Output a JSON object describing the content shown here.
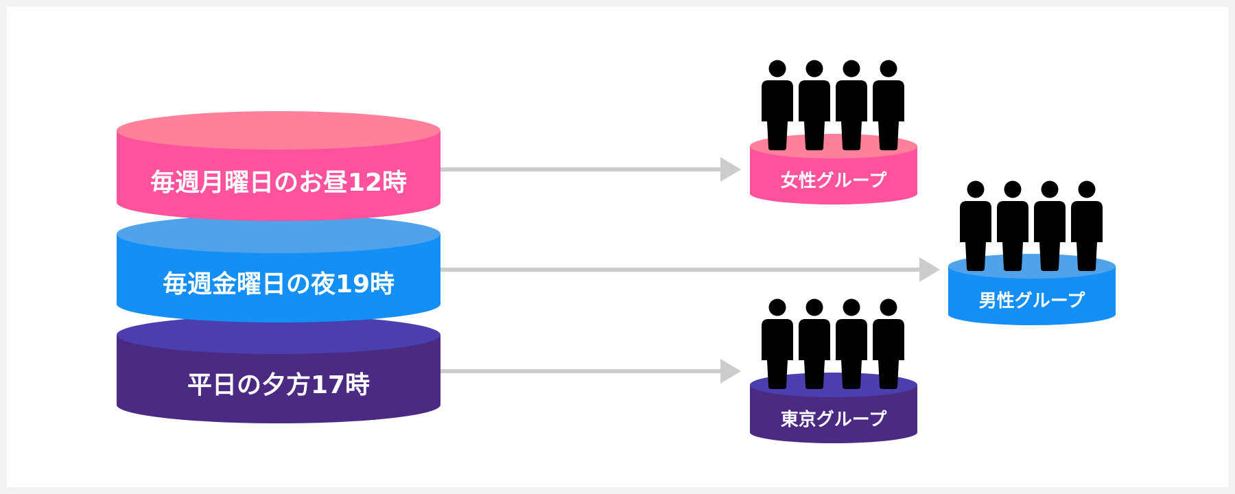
{
  "diagram": {
    "title": "",
    "schedules": [
      {
        "id": "monday-noon",
        "label": "毎週月曜日のお昼12時",
        "side_color": "#fe539c",
        "top_color": "#fe809b",
        "target": "women"
      },
      {
        "id": "friday-night",
        "label": "毎週金曜日の夜19時",
        "side_color": "#138ff6",
        "top_color": "#50a2ea",
        "target": "men"
      },
      {
        "id": "weekday-evening",
        "label": "平日の夕方17時",
        "side_color": "#4a2a83",
        "top_color": "#4a3fac",
        "target": "tokyo"
      }
    ],
    "groups": [
      {
        "id": "women",
        "label": "女性グループ",
        "people_count": 4,
        "side_color": "#fe539c",
        "top_color": "#fe809b",
        "icon": "people-icon"
      },
      {
        "id": "men",
        "label": "男性グループ",
        "people_count": 4,
        "side_color": "#138ff6",
        "top_color": "#50a2ea",
        "icon": "people-icon"
      },
      {
        "id": "tokyo",
        "label": "東京グループ",
        "people_count": 4,
        "side_color": "#4a2a83",
        "top_color": "#4a3fac",
        "icon": "people-icon"
      }
    ],
    "arrow_color": "#cccccc",
    "person_color": "#000000",
    "background_color": "#ffffff",
    "frame_color": "#f3f3f3"
  }
}
